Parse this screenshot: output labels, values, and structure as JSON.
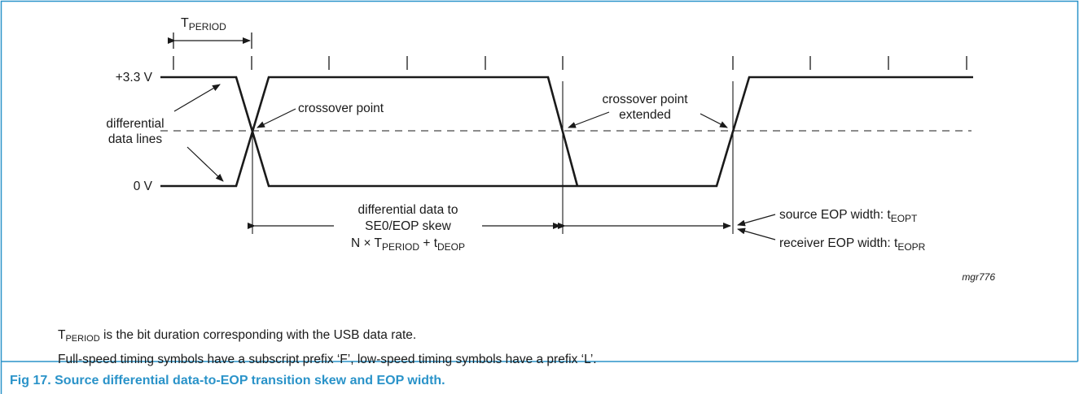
{
  "colors": {
    "frame": "#2a93c9",
    "caption": "#2a93c9",
    "ink": "#1a1a1a"
  },
  "levels": {
    "high": "+3.3 V",
    "low": "0 V"
  },
  "tperiod": {
    "main": "T",
    "sub": "PERIOD"
  },
  "labels": {
    "differential_line1": "differential",
    "differential_line2": "data lines",
    "crossover": "crossover point",
    "crossover_ext_line1": "crossover point",
    "crossover_ext_line2": "extended",
    "skew_line1": "differential data to",
    "skew_line2": "SE0/EOP skew",
    "skew_formula_a": "N × T",
    "skew_formula_a_sub": "PERIOD",
    "skew_formula_b": " + t",
    "skew_formula_b_sub": "DEOP",
    "source_eop": "source EOP width: t",
    "source_eop_sub": "EOPT",
    "receiver_eop": "receiver EOP width: t",
    "receiver_eop_sub": "EOPR",
    "figure_id": "mgr776"
  },
  "notes": {
    "note1_main": "T",
    "note1_sub": "PERIOD",
    "note1_rest": " is the bit duration corresponding with the USB data rate.",
    "note2": "Full-speed timing symbols have a subscript prefix ‘F’, low-speed timing symbols have a prefix ‘L’."
  },
  "caption": "Fig 17.  Source differential data-to-EOP transition skew and EOP width."
}
